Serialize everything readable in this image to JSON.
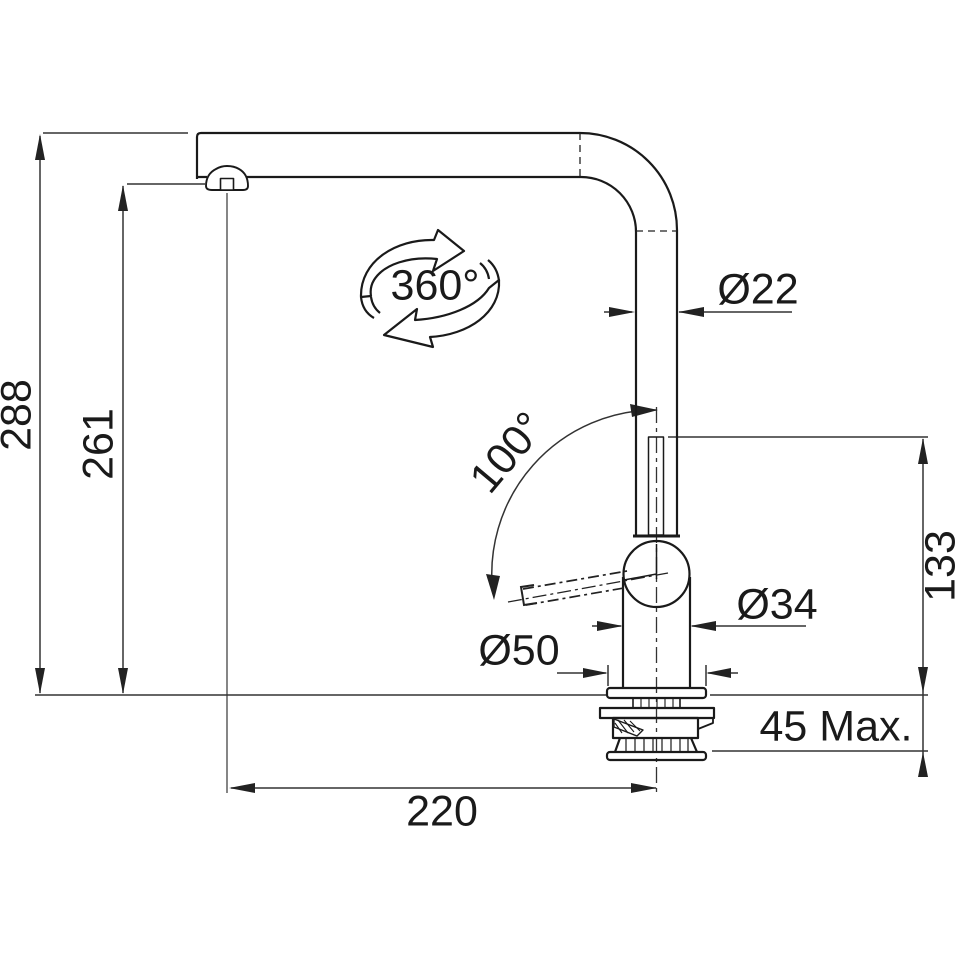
{
  "drawing": {
    "type": "technical-dimension-drawing",
    "subject": "kitchen mixer tap side elevation",
    "units": "mm",
    "background": "#ffffff",
    "outline_color": "#1a1a1a",
    "dimension_color": "#333333",
    "labels": {
      "total_height": "288",
      "spout_height": "261",
      "swivel_range": "360°",
      "spout_tube_diameter": "Ø22",
      "lever_swing_angle": "100°",
      "height_above_counter": "133",
      "body_diameter": "Ø34",
      "base_diameter": "Ø50",
      "max_counter_thickness": "45 Max.",
      "spout_reach": "220"
    }
  }
}
